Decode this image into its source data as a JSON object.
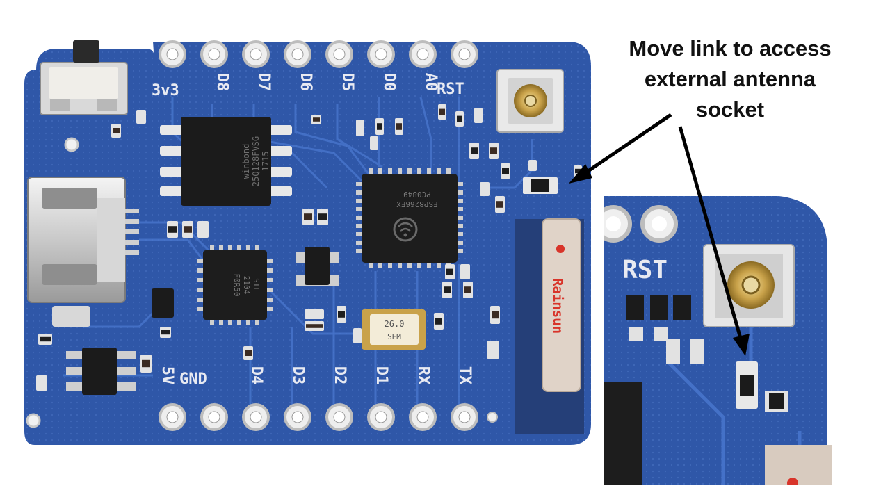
{
  "annotation": {
    "lines": [
      "Move link to access",
      "external antenna",
      "socket"
    ]
  },
  "board": {
    "pin_labels_top": [
      "3v3",
      "D8",
      "D7",
      "D6",
      "D5",
      "D0",
      "A0",
      "RST"
    ],
    "pin_labels_bottom": [
      "5V",
      "GND",
      "D4",
      "D3",
      "D2",
      "D1",
      "RX",
      "TX"
    ],
    "antenna_text": "Rainsun",
    "crystal_lines": [
      "26.0",
      "SEM"
    ],
    "flash_chip_lines": [
      "winbond",
      "25Q128FVSG",
      "1715"
    ],
    "esp_chip_lines": [
      "ESP8266EX",
      "PC0849"
    ],
    "usb_chip_lines": [
      "SIL",
      "2104",
      "F0R50"
    ]
  },
  "inset": {
    "pin_label": "RST"
  },
  "colors": {
    "pcb": "#2f57a8",
    "pcb_dark": "#1f3f86",
    "silk": "#e8eaf2",
    "arrow": "#000000"
  }
}
